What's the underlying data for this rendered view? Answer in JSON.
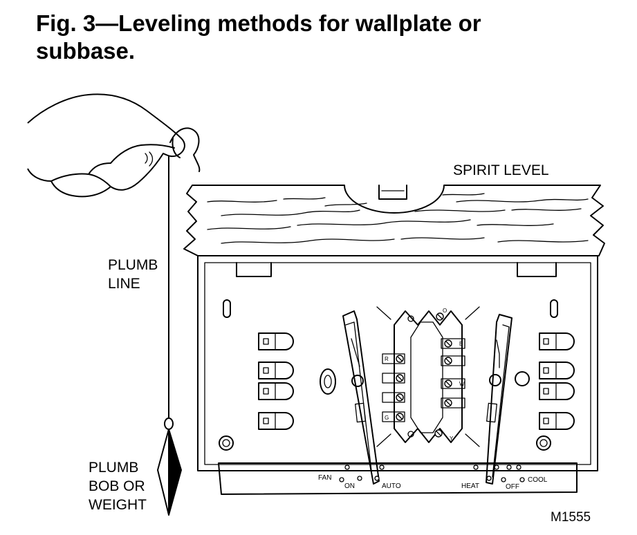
{
  "figure": {
    "title_line1": "Fig. 3—Leveling methods for wallplate or",
    "title_line2": "subbase.",
    "figure_id": "M1555"
  },
  "labels": {
    "spirit_level": "SPIRIT LEVEL",
    "plumb_line_1": "PLUMB",
    "plumb_line_2": "LINE",
    "plumb_bob_1": "PLUMB",
    "plumb_bob_2": "BOB OR",
    "plumb_bob_3": "WEIGHT"
  },
  "switches": {
    "fan_label": "FAN",
    "fan_on": "ON",
    "fan_auto": "AUTO",
    "sys_heat": "HEAT",
    "sys_off": "OFF",
    "sys_cool": "COOL"
  },
  "terminals": {
    "r": "R",
    "b": "B",
    "w": "W",
    "g": "G",
    "o": "O",
    "y": "Y"
  }
}
